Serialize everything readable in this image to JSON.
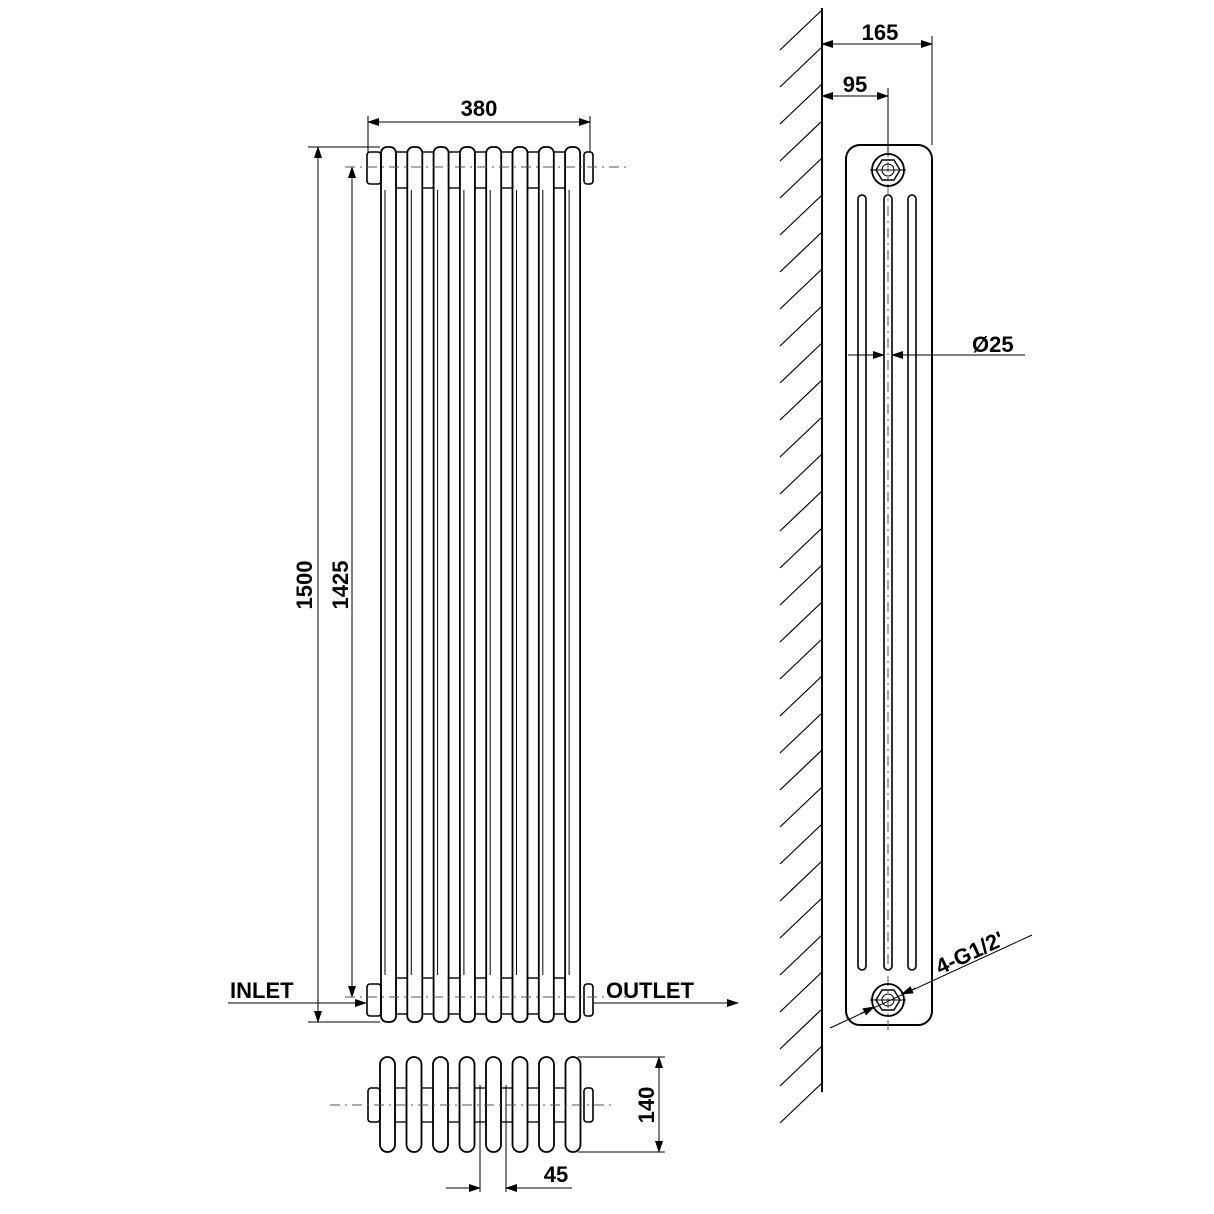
{
  "front_view": {
    "width_label": "380",
    "height_label": "1500",
    "centers_label": "1425",
    "inlet_label": "INLET",
    "outlet_label": "OUTLET",
    "columns": 8
  },
  "top_view": {
    "depth_label": "140",
    "pitch_label": "45",
    "columns": 8
  },
  "side_view": {
    "total_depth_label": "165",
    "wall_to_center_label": "95",
    "tube_diameter_label": "Ø25",
    "connection_label": "4-G1/2'"
  },
  "colors": {
    "line": "#000000",
    "background": "#ffffff"
  }
}
